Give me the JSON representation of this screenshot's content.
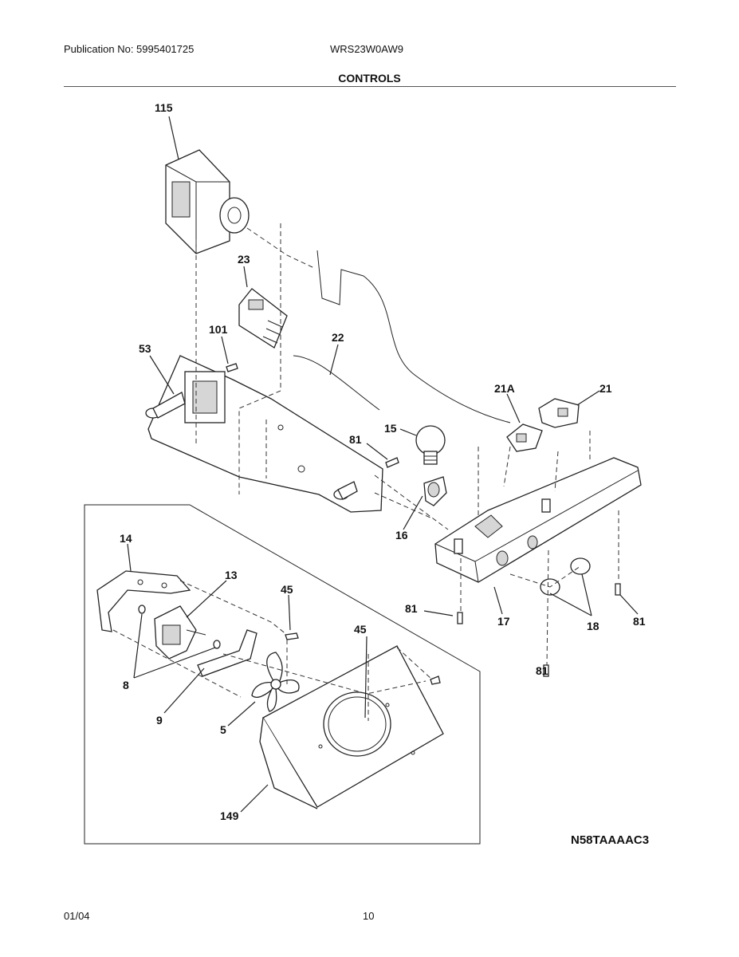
{
  "header": {
    "publication": "Publication No: 5995401725",
    "model": "WRS23W0AW9",
    "section_title": "CONTROLS"
  },
  "diagram": {
    "callouts": [
      "115",
      "23",
      "101",
      "53",
      "22",
      "21A",
      "21",
      "15",
      "81",
      "16",
      "14",
      "13",
      "45",
      "45",
      "8",
      "9",
      "5",
      "149",
      "81",
      "17",
      "18",
      "81",
      "81"
    ],
    "drawing_code": "N58TAAAAC3"
  },
  "footer": {
    "date": "01/04",
    "page_number": "10"
  }
}
